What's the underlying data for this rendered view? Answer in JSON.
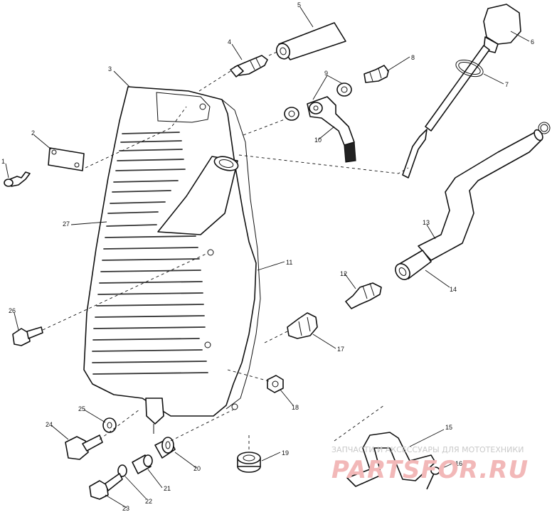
{
  "callouts": [
    {
      "id": "1",
      "text": "1"
    },
    {
      "id": "2",
      "text": "2"
    },
    {
      "id": "3",
      "text": "3"
    },
    {
      "id": "4",
      "text": "4"
    },
    {
      "id": "5",
      "text": "5"
    },
    {
      "id": "6",
      "text": "6"
    },
    {
      "id": "7",
      "text": "7"
    },
    {
      "id": "8",
      "text": "8"
    },
    {
      "id": "9",
      "text": "9"
    },
    {
      "id": "10",
      "text": "10"
    },
    {
      "id": "11",
      "text": "11"
    },
    {
      "id": "12",
      "text": "12"
    },
    {
      "id": "13",
      "text": "13"
    },
    {
      "id": "14",
      "text": "14"
    },
    {
      "id": "15",
      "text": "15"
    },
    {
      "id": "16",
      "text": "16"
    },
    {
      "id": "17",
      "text": "17"
    },
    {
      "id": "18",
      "text": "18"
    },
    {
      "id": "19",
      "text": "19"
    },
    {
      "id": "20",
      "text": "20"
    },
    {
      "id": "21",
      "text": "21"
    },
    {
      "id": "22",
      "text": "22"
    },
    {
      "id": "23",
      "text": "23"
    },
    {
      "id": "24",
      "text": "24"
    },
    {
      "id": "25",
      "text": "25"
    },
    {
      "id": "26",
      "text": "26"
    },
    {
      "id": "27",
      "text": "27"
    }
  ],
  "watermark": {
    "caption": "ЗАПЧАСТИ И АКСЕССУАРЫ ДЛЯ МОТОТЕХНИКИ",
    "logo": "PARTSFOR.RU"
  }
}
